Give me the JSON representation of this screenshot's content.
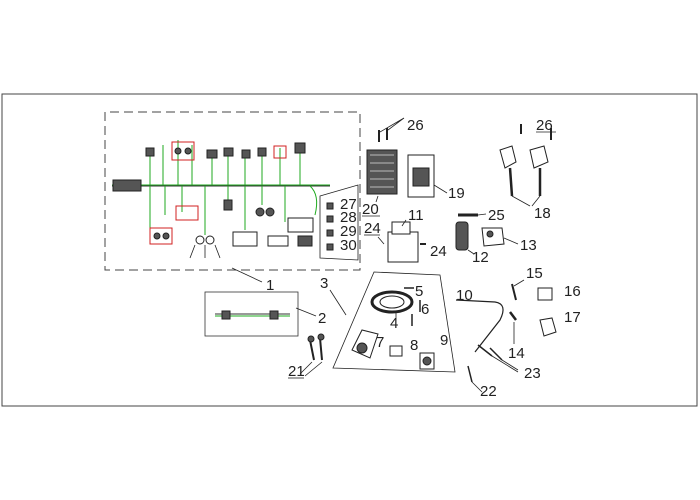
{
  "callouts": {
    "c1": "1",
    "c2": "2",
    "c3": "3",
    "c4": "4",
    "c5": "5",
    "c6": "6",
    "c7": "7",
    "c8": "8",
    "c9": "9",
    "c10": "10",
    "c11": "11",
    "c12": "12",
    "c13": "13",
    "c14": "14",
    "c15": "15",
    "c16": "16",
    "c17": "17",
    "c18": "18",
    "c19": "19",
    "c20": "20",
    "c21": "21",
    "c22": "22",
    "c23": "23",
    "c24a": "24",
    "c24b": "24",
    "c25": "25",
    "c26a": "26",
    "c26b": "26",
    "c27": "27",
    "c28": "28",
    "c29": "29",
    "c30": "30"
  },
  "colors": {
    "wire_green": "#1faa1f",
    "connector_red": "#d02020",
    "line": "#222222",
    "frame": "#444444"
  }
}
